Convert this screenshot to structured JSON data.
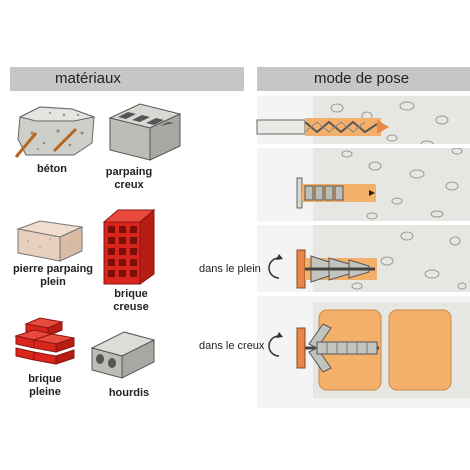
{
  "materials": {
    "title": "matériaux",
    "items": [
      {
        "label": "béton"
      },
      {
        "label": "parpaing creux"
      },
      {
        "label": "pierre parpaing plein"
      },
      {
        "label": "brique creuse"
      },
      {
        "label": "brique pleine"
      },
      {
        "label": "hourdis"
      }
    ]
  },
  "mode": {
    "title": "mode de pose",
    "plein_label": "dans le plein",
    "creux_label": "dans le creux"
  },
  "colors": {
    "header_bg": "#c6c6c6",
    "concrete": "#e6e6e2",
    "brick": "#d9251c",
    "plug_orange": "#f4b06a",
    "panel_bg": "#f4f4f4"
  }
}
